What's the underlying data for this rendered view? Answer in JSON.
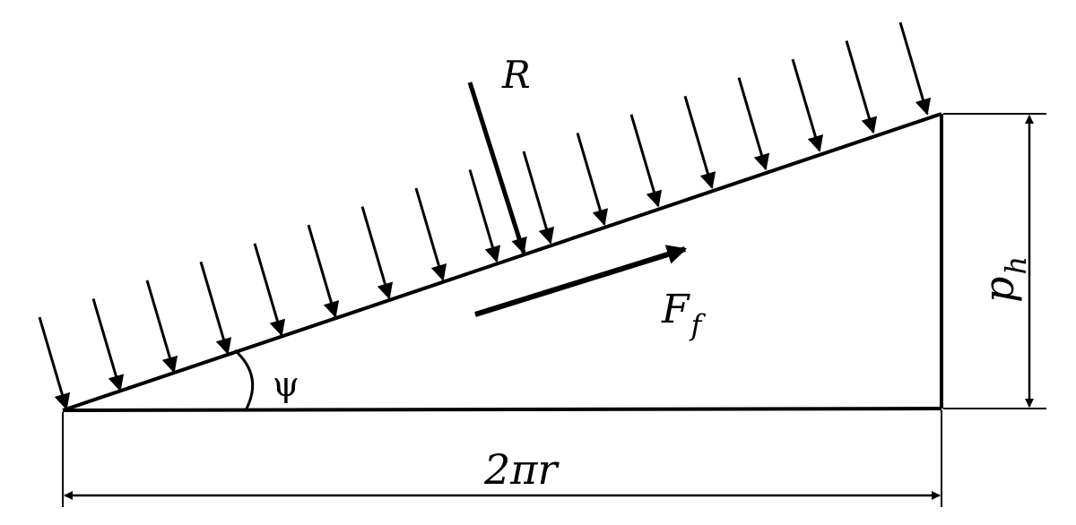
{
  "diagram": {
    "labels": {
      "resultant_force": "R",
      "friction_force_main": "F",
      "friction_force_sub": "f",
      "helix_angle": "ψ",
      "lead_main": "p",
      "lead_sub": "h",
      "circumference": "2πr"
    },
    "colors": {
      "stroke": "#000000",
      "background": "#ffffff"
    },
    "distributed_load_arrow_count": 17
  }
}
